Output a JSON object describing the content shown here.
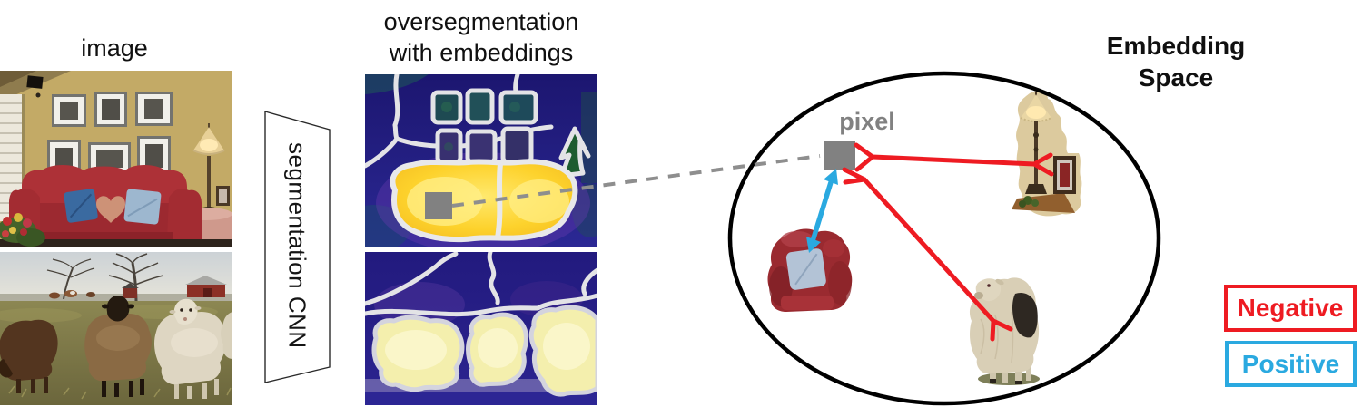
{
  "figure": {
    "image_panel": {
      "label": "image"
    },
    "overseg_panel": {
      "label_line1": "oversegmentation",
      "label_line2": "with embeddings"
    },
    "cnn_block": {
      "label": "segmentation CNN"
    },
    "embedding_panel": {
      "title_line1": "Embedding",
      "title_line2": "Space",
      "pixel_label": "pixel"
    },
    "legend": {
      "negative": "Negative",
      "positive": "Positive"
    },
    "colors": {
      "negative_red": "#ee1b22",
      "positive_blue": "#2aa9e0",
      "pixel_gray": "#818181",
      "dash_gray": "#8e8e8e",
      "outline_black": "#000000"
    },
    "icons": {
      "pixel_marker": "gray-square",
      "negative_link": "red-line-forked-ends",
      "positive_link": "blue-double-headed-arrow",
      "pixel_projection": "gray-dashed-line"
    }
  }
}
